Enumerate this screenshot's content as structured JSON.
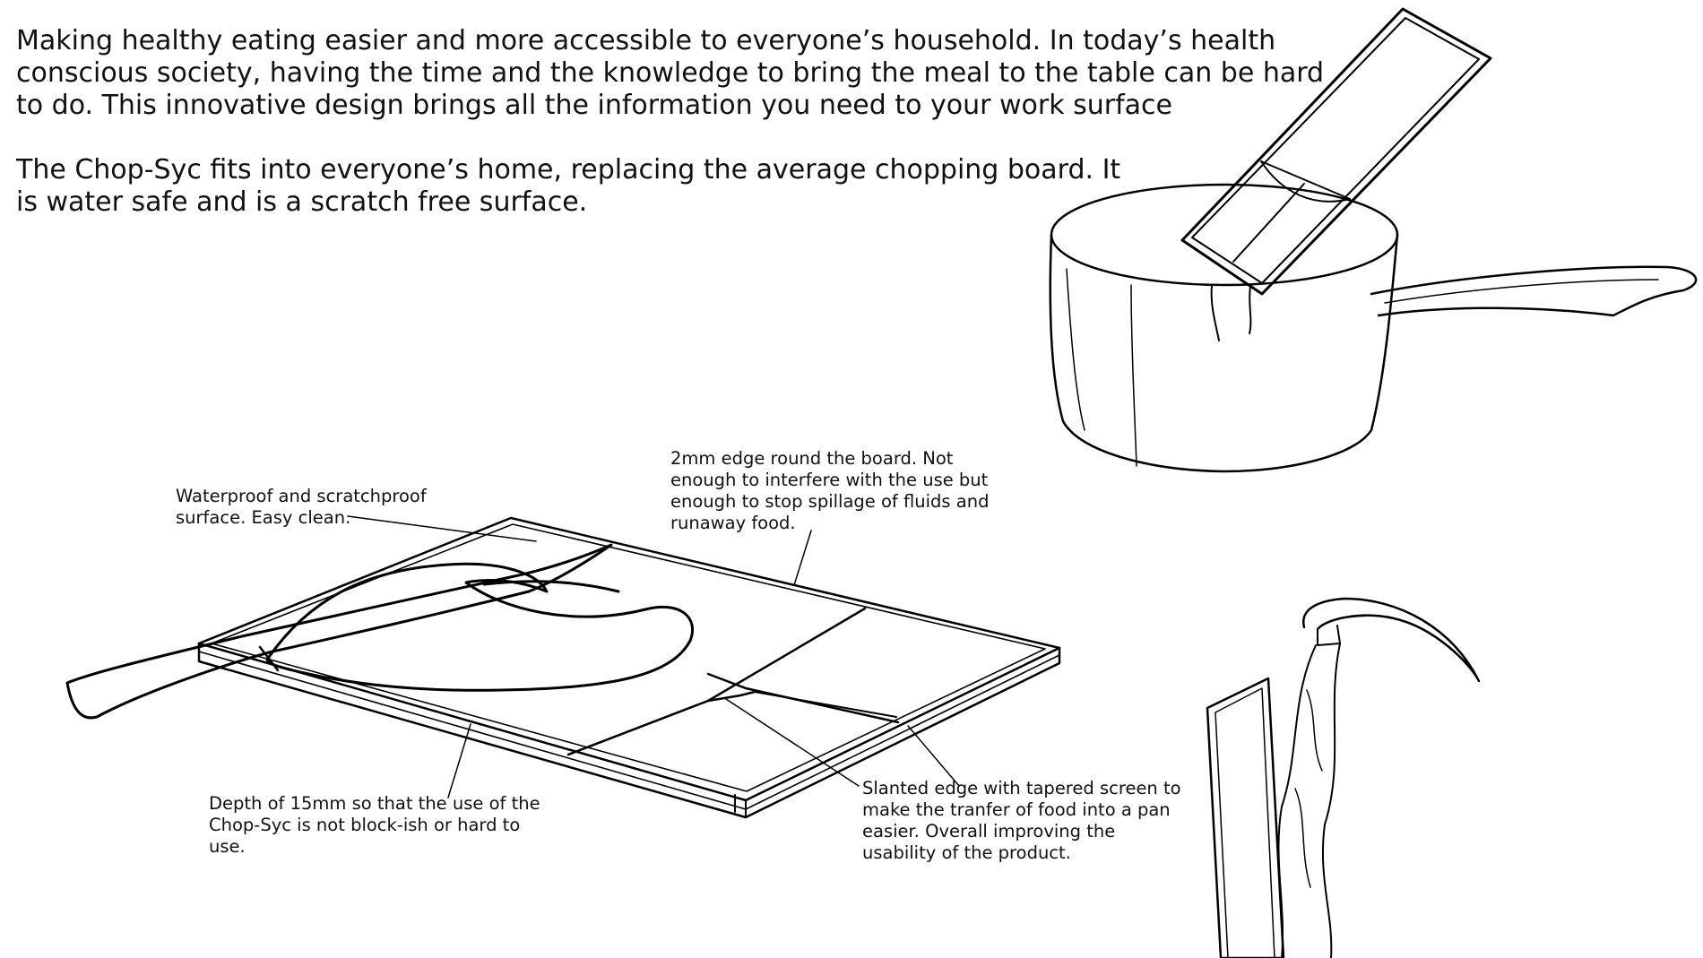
{
  "intro": {
    "paragraph1": "Making healthy eating easier and more accessible to everyone’s household. In today’s health conscious society, having the time and the knowledge to bring the meal to the table can be hard to do. This innovative design brings all the information you need to your work surface",
    "paragraph2": "The Chop-Syc fits into everyone’s home, replacing the average chopping board. It is water safe and is a scratch free surface."
  },
  "annotations": {
    "surface": "Waterproof and scratchproof surface. Easy clean.",
    "edge": "2mm edge round the board. Not enough to interfere with the use but enough to stop spillage of fluids and runaway food.",
    "depth": "Depth of 15mm so that the use of the Chop-Syc is not block-ish or hard to use.",
    "slanted": "Slanted edge with tapered screen to make the tranfer of food into a pan easier. Overall improving the usability of the product."
  }
}
